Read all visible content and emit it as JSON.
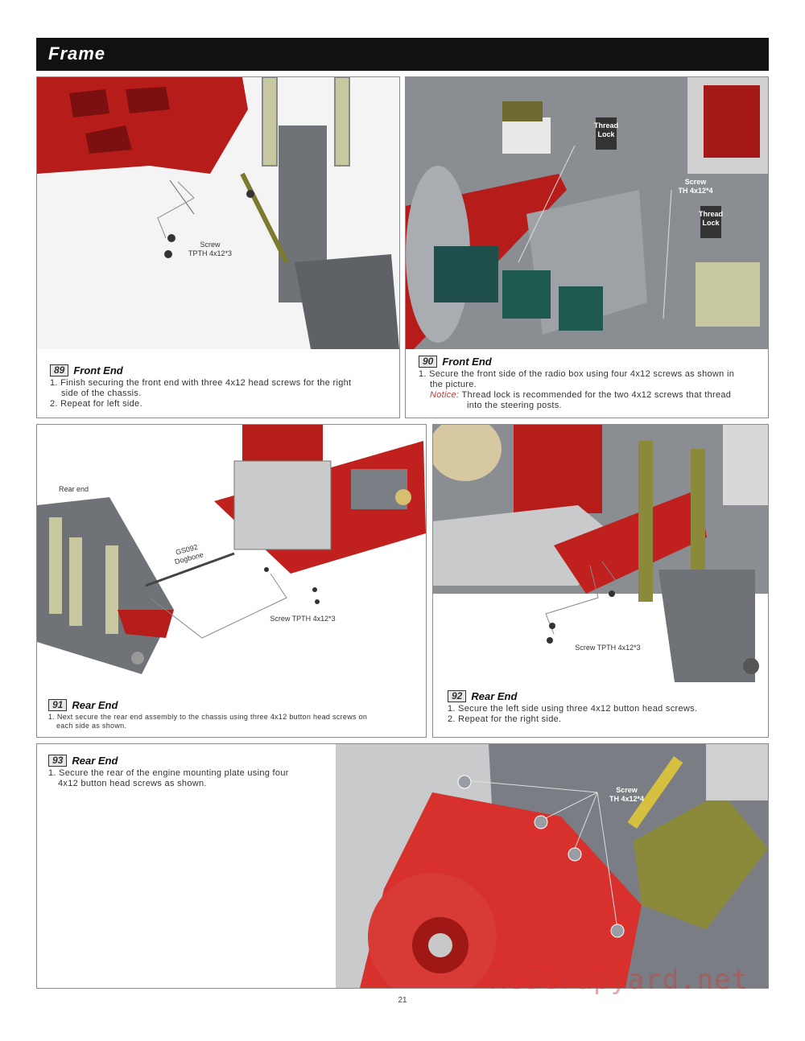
{
  "header": {
    "title": "Frame"
  },
  "steps": [
    {
      "number": "89",
      "title": "Front End",
      "lines": [
        "1. Finish securing the front end with three 4x12 head screws for the right",
        "side of the chassis.",
        "2. Repeat for left side."
      ],
      "callouts": [
        "Screw",
        "TPTH 4x12*3"
      ]
    },
    {
      "number": "90",
      "title": "Front End",
      "lines": [
        "1. Secure the front side of the radio box using four 4x12 screws as shown in",
        "the picture."
      ],
      "notice_label": "Notice:",
      "notice_text": "Thread lock is recommended for the two 4x12 screws that thread",
      "notice_cont": "into the steering posts.",
      "callouts": [
        "Thread",
        "Lock",
        "Screw",
        "TH 4x12*4",
        "Thread",
        "Lock"
      ]
    },
    {
      "number": "91",
      "title": "Rear End",
      "lines": [
        "1. Next secure the rear end assembly to the chassis using three 4x12 button head screws on",
        "each side as shown."
      ],
      "callouts": [
        "Rear end",
        "GS092",
        "Dogbone",
        "Screw TPTH 4x12*3"
      ]
    },
    {
      "number": "92",
      "title": "Rear End",
      "lines": [
        "1. Secure the left side using three 4x12 button head screws.",
        "2. Repeat for the right side."
      ],
      "callouts": [
        "Screw TPTH 4x12*3"
      ]
    },
    {
      "number": "93",
      "title": "Rear End",
      "lines": [
        "1. Secure the rear of the engine mounting plate using four",
        "4x12 button head screws as shown."
      ],
      "callouts": [
        "Screw",
        "TH 4x12*4"
      ]
    }
  ],
  "page_number": "21",
  "watermark": "RCScrapyard.net",
  "colors": {
    "header_bg": "#111111",
    "chassis_red": "#c0201e",
    "shock_olive": "#8a8a3a",
    "metal_gray": "#7a7e84"
  }
}
